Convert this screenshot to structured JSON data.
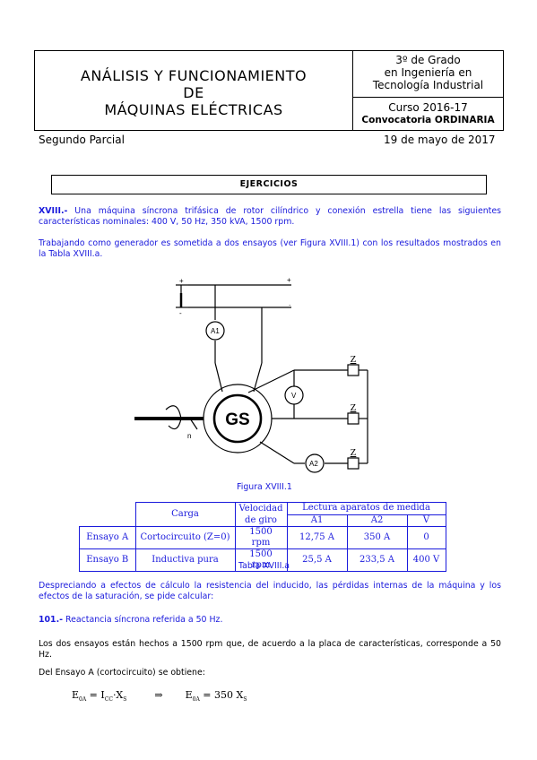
{
  "header": {
    "title_lines": [
      "ANÁLISIS Y FUNCIONAMIENTO",
      "DE",
      "MÁQUINAS ELÉCTRICAS"
    ],
    "degree_lines": [
      "3º de Grado",
      "en Ingeniería en",
      "Tecnología Industrial"
    ],
    "course": "Curso 2016-17",
    "call": "Convocatoria ORDINARIA"
  },
  "subheader": {
    "exam": "Segundo Parcial",
    "date": "19 de mayo de 2017"
  },
  "section_title": "EJERCICIOS",
  "problem": {
    "id": "XVIII.-",
    "statement": " Una máquina síncrona trifásica de rotor cilíndrico y conexión estrella tiene las siguientes características nominales: 400 V, 50 Hz, 350 kVA, 1500 rpm.",
    "tests_intro": "Trabajando como generador es sometida a dos ensayos (ver Figura XVIII.1) con los resultados mostrados en la Tabla XVIII.a."
  },
  "figure": {
    "caption": "Figura XVIII.1",
    "labels": {
      "plus": "+",
      "minus": "-",
      "top_plus": "+",
      "top_dot": ".",
      "ammeter1": "A1",
      "ammeter2": "A2",
      "voltmeter": "V",
      "generator": "GS",
      "speed": "n",
      "impedance": "Z"
    }
  },
  "table": {
    "caption": "Tabla XVIII.a",
    "headers": {
      "load": "Carga",
      "speed": "Velocidad de giro",
      "readings": "Lectura aparatos de medida",
      "a1": "A1",
      "a2": "A2",
      "v": "V"
    },
    "rows": [
      {
        "test": "Ensayo A",
        "load": "Cortocircuito (Z=0)",
        "speed": "1500 rpm",
        "a1": "12,75 A",
        "a2": "350 A",
        "v": "0"
      },
      {
        "test": "Ensayo B",
        "load": "Inductiva pura",
        "speed": "1500 rpm",
        "a1": "25,5 A",
        "a2": "233,5 A",
        "v": "400 V"
      }
    ]
  },
  "neglect": "Despreciando a efectos de cálculo la resistencia del inducido, las pérdidas internas de la máquina y los efectos de la saturación, se pide calcular:",
  "question": {
    "id": "101.-",
    "text": " Reactancia síncrona referida a 50 Hz."
  },
  "answer": {
    "p1": "Los dos ensayos están hechos a 1500 rpm que, de acuerdo a la placa de características, corresponde a 50 Hz.",
    "p2": "Del Ensayo A (cortocircuito) se obtiene:",
    "eq": {
      "lhs1": "E",
      "sub1": "0A",
      "eq1": " = I",
      "sub2": "CC",
      "x1": "·X",
      "sub3": "S",
      "arrow": "⇒",
      "lhs2": "E",
      "sub4": "0A",
      "eq2": " = 350 X",
      "sub5": "S"
    }
  }
}
